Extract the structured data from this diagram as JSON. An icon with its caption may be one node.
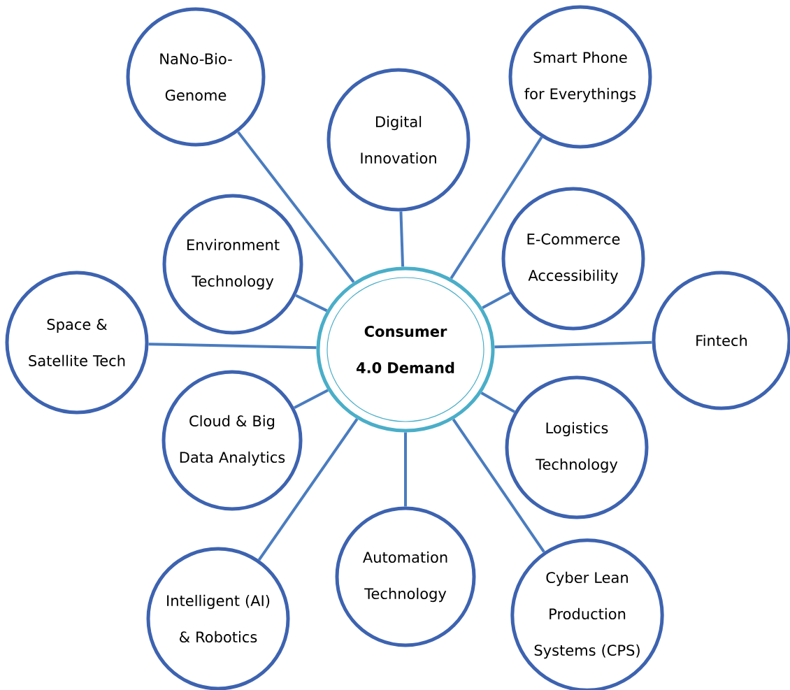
{
  "diagram": {
    "nodes": [
      {
        "text": [
          "Consumer 4.0 Demand"
        ]
      },
      {
        "text": [
          "NaNo-Bio-Genome"
        ]
      },
      {
        "text": [
          "Smart Phone for Everythings"
        ]
      },
      {
        "text": [
          "Digital Innovation"
        ]
      },
      {
        "text": [
          "Environment Technology"
        ]
      },
      {
        "text": [
          "E-Commerce Accessibility"
        ]
      },
      {
        "text": [
          "Space & Satellite Tech"
        ]
      },
      {
        "text": [
          "Fintech"
        ]
      },
      {
        "text": [
          "Cloud & Big Data Analytics"
        ]
      },
      {
        "text": [
          "Logistics Technology"
        ]
      },
      {
        "text": [
          "Automation Technology"
        ]
      },
      {
        "text": [
          "Cyber Lean Production Systems (CPS)"
        ]
      },
      {
        "text": [
          "Intelligent (AI) & Robotics"
        ]
      }
    ],
    "edges": [
      {
        "from": 0,
        "to": 1,
        "arrow": "none"
      },
      {
        "from": 0,
        "to": 2,
        "arrow": "none"
      },
      {
        "from": 0,
        "to": 3,
        "arrow": "none"
      },
      {
        "from": 0,
        "to": 4,
        "arrow": "none"
      },
      {
        "from": 0,
        "to": 5,
        "arrow": "none"
      },
      {
        "from": 0,
        "to": 6,
        "arrow": "none"
      },
      {
        "from": 0,
        "to": 7,
        "arrow": "none"
      },
      {
        "from": 0,
        "to": 8,
        "arrow": "none"
      },
      {
        "from": 0,
        "to": 9,
        "arrow": "none"
      },
      {
        "from": 0,
        "to": 10,
        "arrow": "none"
      },
      {
        "from": 0,
        "to": 11,
        "arrow": "none"
      },
      {
        "from": 0,
        "to": 12,
        "arrow": "none"
      }
    ]
  }
}
